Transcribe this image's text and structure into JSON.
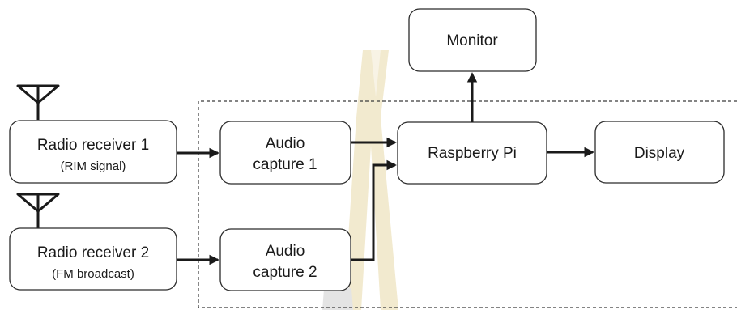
{
  "blocks": {
    "monitor": {
      "label": "Monitor"
    },
    "radio_receiver_1": {
      "label": "Radio receiver 1",
      "sublabel": "(RIM signal)"
    },
    "radio_receiver_2": {
      "label": "Radio receiver 2",
      "sublabel": "(FM broadcast)"
    },
    "audio_capture_1": {
      "line1": "Audio",
      "line2": "capture 1"
    },
    "audio_capture_2": {
      "line1": "Audio",
      "line2": "capture 2"
    },
    "raspberry_pi": {
      "label": "Raspberry Pi"
    },
    "display": {
      "label": "Display"
    }
  },
  "connections": [
    {
      "from": "Radio receiver 1",
      "to": "Audio capture 1"
    },
    {
      "from": "Radio receiver 2",
      "to": "Audio capture 2"
    },
    {
      "from": "Audio capture 1",
      "to": "Raspberry Pi"
    },
    {
      "from": "Audio capture 2",
      "to": "Raspberry Pi"
    },
    {
      "from": "Raspberry Pi",
      "to": "Monitor"
    },
    {
      "from": "Raspberry Pi",
      "to": "Display"
    }
  ],
  "colors": {
    "stroke": "#2b2b2b",
    "arrow": "#1a1a1a",
    "watermark_gold": "#e8d9a8",
    "watermark_gray": "#cfcfcf"
  }
}
